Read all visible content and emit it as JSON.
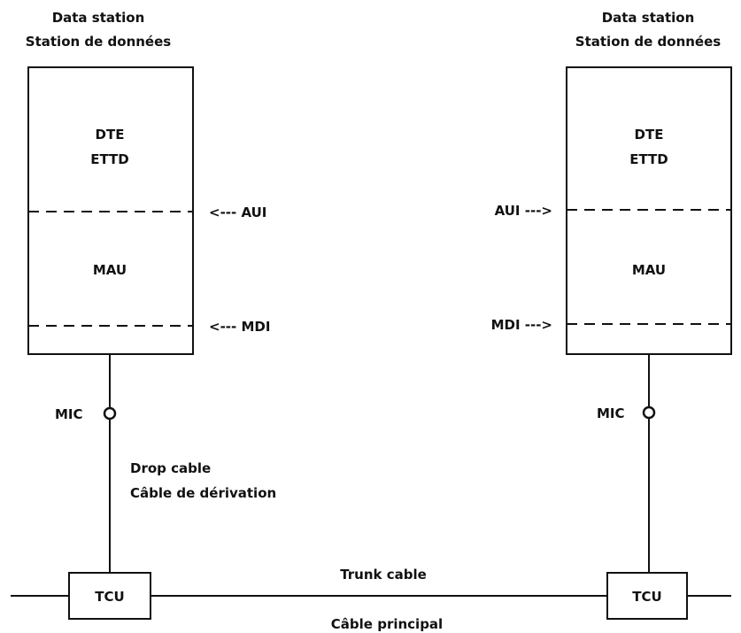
{
  "left_station": {
    "title_en": "Data station",
    "title_fr": "Station de données",
    "dte_en": "DTE",
    "dte_fr": "ETTD",
    "mau": "MAU",
    "aui_label": "<--- AUI",
    "mdi_label": "<--- MDI",
    "mic": "MIC",
    "tcu": "TCU"
  },
  "right_station": {
    "title_en": "Data station",
    "title_fr": "Station de données",
    "dte_en": "DTE",
    "dte_fr": "ETTD",
    "mau": "MAU",
    "aui_label": "AUI --->",
    "mdi_label": "MDI --->",
    "mic": "MIC",
    "tcu": "TCU"
  },
  "drop_cable": {
    "en": "Drop cable",
    "fr": "Câble de dérivation"
  },
  "trunk_cable": {
    "en": "Trunk cable",
    "fr": "Câble principal"
  }
}
